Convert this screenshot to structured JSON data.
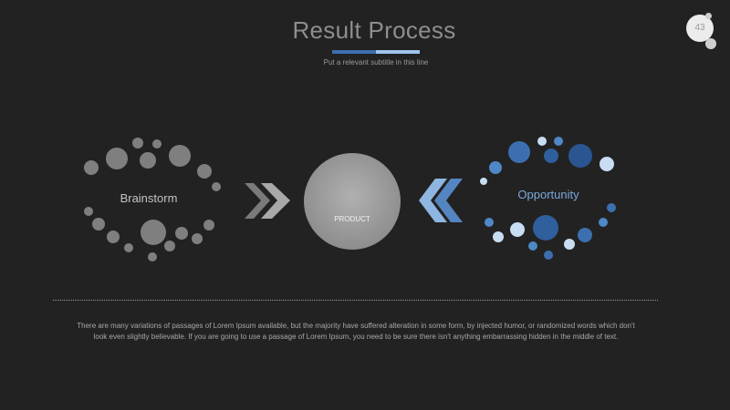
{
  "header": {
    "title": "Result Process",
    "subtitle": "Put a relevant subtitle in this line",
    "page_number": "43"
  },
  "diagram": {
    "left_label": "Brainstorm",
    "center_label": "PRODUCT",
    "right_label": "Opportunity"
  },
  "colors": {
    "left_cluster": "#8a8a8a",
    "right_cluster": "#4e88c6",
    "accent": "#3d6fb0"
  },
  "body": {
    "text": "There are many variations of passages of Lorem Ipsum available, but the majority have suffered alteration in some form, by injected humor, or randomized words which don't look even slightly believable. If you are going to use a passage of Lorem Ipsum, you need to be sure there isn't anything embarrassing hidden in the middle of text."
  }
}
